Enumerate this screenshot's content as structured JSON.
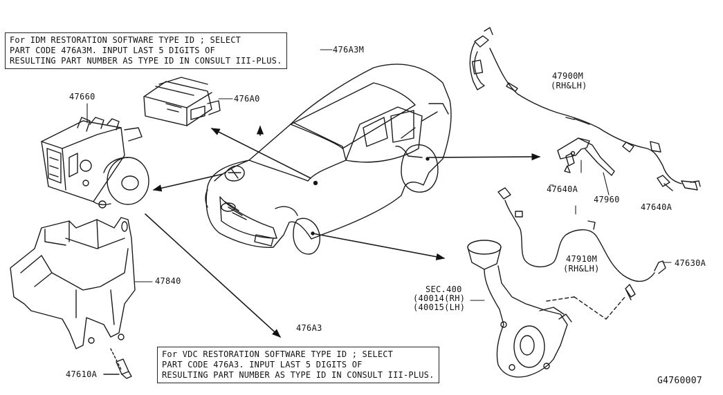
{
  "notes": {
    "idm": [
      "For IDM RESTORATION SOFTWARE TYPE ID ; SELECT",
      "PART CODE 476A3M. INPUT LAST 5 DIGITS OF",
      "RESULTING PART NUMBER AS TYPE ID IN CONSULT III-PLUS."
    ],
    "vdc": [
      "For VDC RESTORATION SOFTWARE TYPE ID ; SELECT",
      "PART CODE 476A3. INPUT LAST 5 DIGITS OF",
      "RESULTING PART NUMBER AS TYPE ID IN CONSULT III-PLUS."
    ]
  },
  "labels": {
    "p476A3M": "476A3M",
    "p476A0": "476A0",
    "p47660": "47660",
    "p47840": "47840",
    "p47610A": "47610A",
    "p476A3": "476A3",
    "p47900M": "47900M",
    "p47900M_sub": "(RH&LH)",
    "p47640A_left": "47640A",
    "p47960": "47960",
    "p47640A_right": "47640A",
    "p47910M": "47910M",
    "p47910M_sub": "(RH&LH)",
    "p47630A": "47630A",
    "sec_400": "SEC.400",
    "sec_40014": "(40014(RH)",
    "sec_40015": "(40015(LH)",
    "figure_id": "G4760007"
  }
}
